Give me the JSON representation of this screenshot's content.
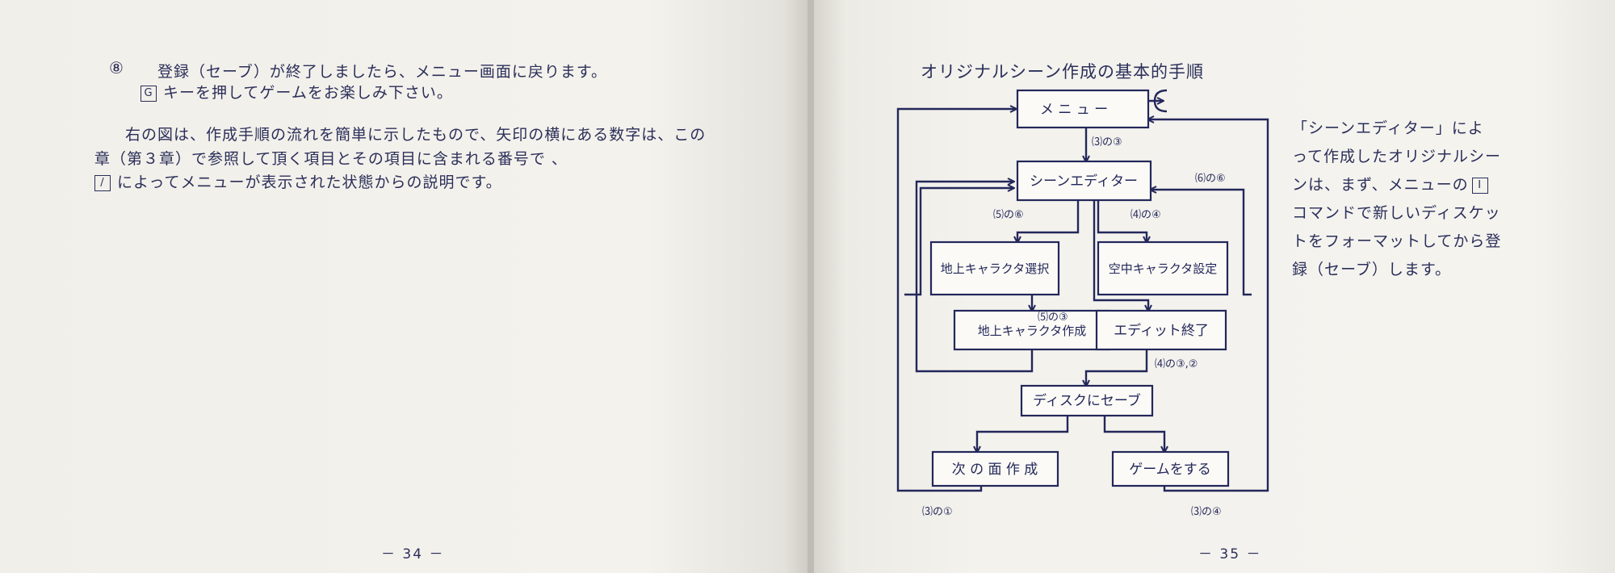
{
  "left_page": {
    "item_number": "⑧",
    "line1": "登録（セーブ）が終了しましたら、メニュー画面に戻ります。",
    "line2_key": "G",
    "line2": "キーを押してゲームをお楽しみ下さい。",
    "para1": "右の図は、作成手順の流れを簡単に示したもので、矢印の横にある数字は、この",
    "para2": "章（第３章）で参照して頂く項目とその項目に含まれる番号で 、",
    "para3_key": "/",
    "para3": "によってメニューが表示された状態からの説明です。",
    "page_number": "－ 34 －"
  },
  "right_page": {
    "flowchart_title": "オリジナルシーン作成の基本的手順",
    "side_text": [
      "「シーンエディター」によ",
      "って作成したオリジナルシー",
      "ンは、まず、メニューの"
    ],
    "side_key": "I",
    "side_text2": [
      "コマンドで新しいディスケッ",
      "トをフォーマットしてから登",
      "録（セーブ）します。"
    ],
    "page_number": "－ 35 －"
  },
  "flowchart": {
    "nodes": {
      "menu": "メ ニ ュ ー",
      "scene_editor": "シーンエディター",
      "ground_select": "地上キャラクタ選択",
      "air_setting": "空中キャラクタ設定",
      "ground_create": "地上キャラクタ作成",
      "edit_end": "エディット終了",
      "disk_save": "ディスクにセーブ",
      "next_scene": "次 の 面 作 成",
      "play_game": "ゲームをする"
    },
    "labels": {
      "menu_to_editor": "⑶の③",
      "editor_return": "⑹の⑥",
      "to_ground_select": "⑸の⑥",
      "to_air_setting": "⑷の④",
      "to_ground_create": "⑸の③",
      "to_disk_save": "⑷の③,②",
      "next_scene_loop": "⑶の①",
      "play_game_loop": "⑶の④"
    }
  }
}
